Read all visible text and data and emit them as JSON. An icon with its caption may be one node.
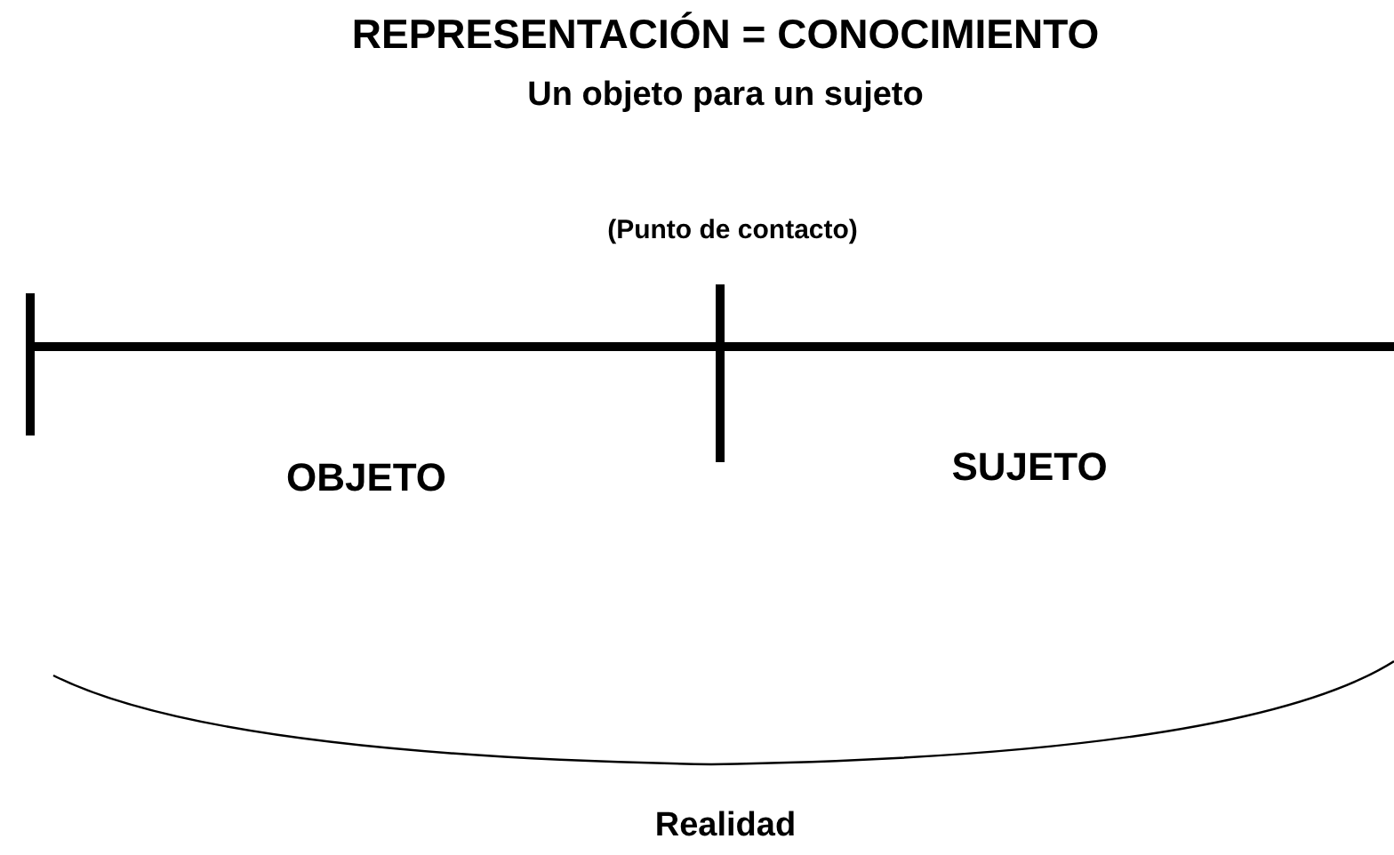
{
  "diagram": {
    "title": "REPRESENTACIÓN = CONOCIMIENTO",
    "labels": [
      "Un objeto para un sujeto",
      "(Punto de contacto)",
      "OBJETO",
      "SUJETO",
      "Realidad"
    ]
  }
}
